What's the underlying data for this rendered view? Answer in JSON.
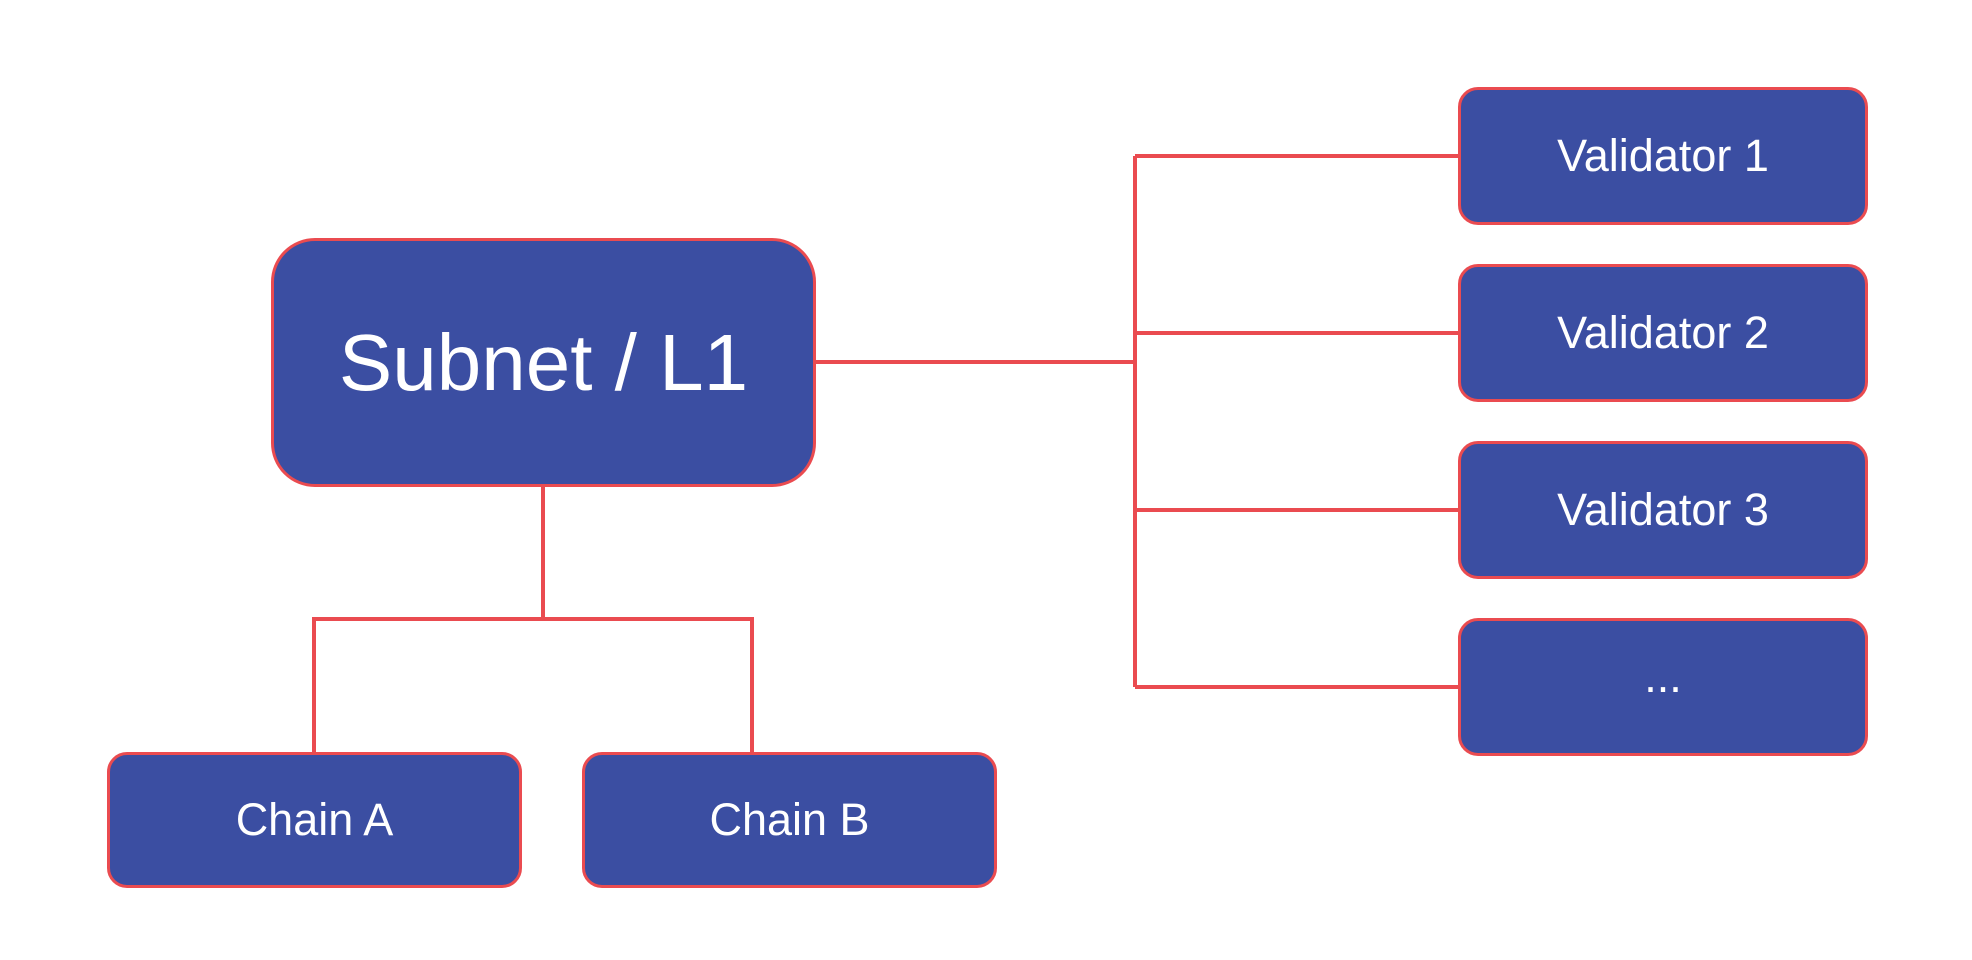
{
  "nodes": {
    "subnet": {
      "label": "Subnet / L1"
    },
    "validators": [
      {
        "label": "Validator 1"
      },
      {
        "label": "Validator 2"
      },
      {
        "label": "Validator 3"
      },
      {
        "label": "..."
      }
    ],
    "chains": [
      {
        "label": "Chain A"
      },
      {
        "label": "Chain B"
      }
    ]
  },
  "colors": {
    "node_fill": "#3b4ea2",
    "node_border": "#ea4b50",
    "connector": "#ea4b50",
    "label_text": "#ffffff",
    "background": "#ffffff"
  }
}
